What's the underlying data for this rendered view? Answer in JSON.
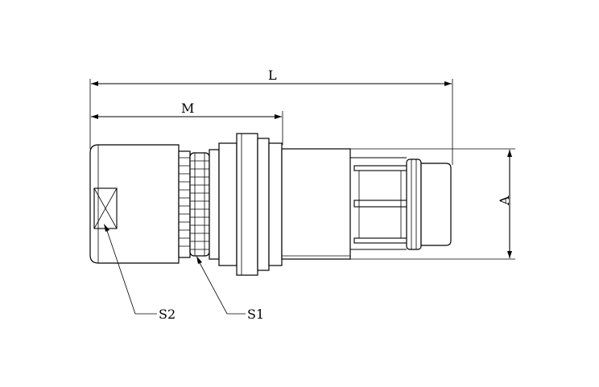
{
  "drawing": {
    "dimension_labels": {
      "overall_length": "L",
      "front_length": "M",
      "diameter": "A"
    },
    "callouts": {
      "s1": "S1",
      "s2": "S2"
    }
  }
}
